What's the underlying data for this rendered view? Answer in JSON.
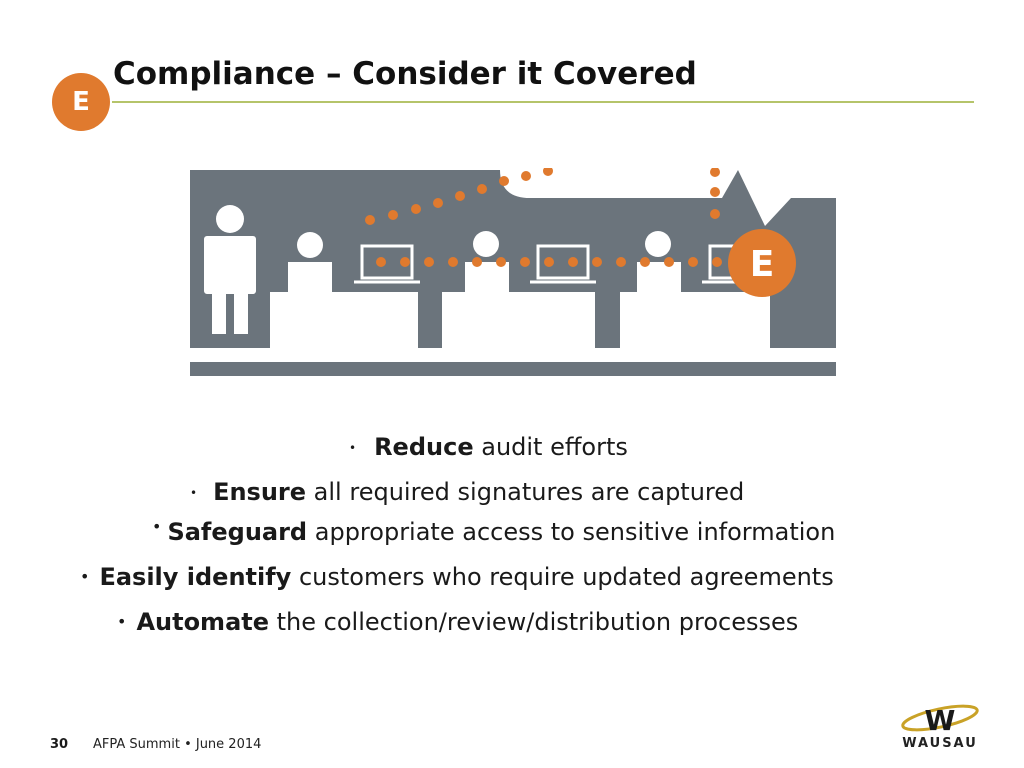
{
  "slide": {
    "badge_letter": "E",
    "title": "Compliance – Consider it Covered",
    "illustration": {
      "badge_letter": "E",
      "colors": {
        "gray": "#6b747c",
        "orange": "#e07a2e",
        "white": "#ffffff"
      }
    },
    "bullets": [
      {
        "bold": "Reduce",
        "rest": " audit efforts"
      },
      {
        "bold": "Ensure",
        "rest": " all required signatures are captured"
      },
      {
        "bold": "Safeguard",
        "rest": " appropriate access to sensitive information"
      },
      {
        "bold": "Easily identify",
        "rest": " customers who require updated agreements"
      },
      {
        "bold": "Automate",
        "rest": " the collection/review/distribution processes"
      }
    ],
    "bullet_glyph": "•"
  },
  "footer": {
    "page_number": "30",
    "text": "AFPA Summit • June 2014",
    "logo_text": "WAUSAU"
  },
  "colors": {
    "accent": "#e07a2e",
    "rule": "#b5c46a"
  }
}
